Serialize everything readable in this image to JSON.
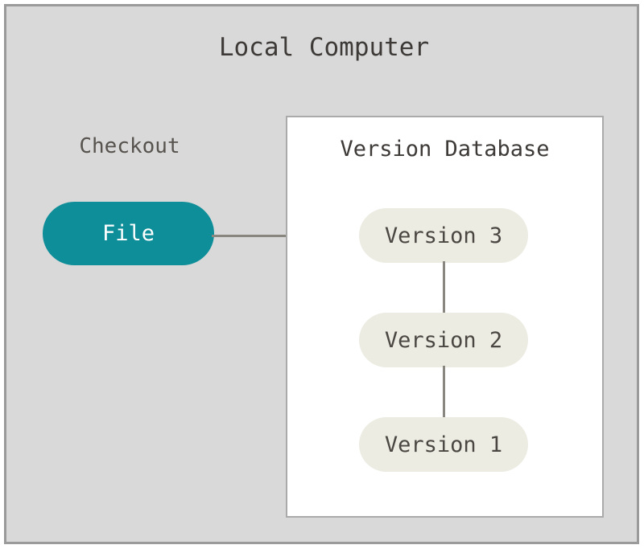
{
  "diagram": {
    "type": "version-control-local-computer",
    "title": "Local Computer",
    "checkout": {
      "label": "Checkout",
      "node": {
        "label": "File",
        "fill_color": "#0d8e99",
        "text_color": "#ffffff"
      }
    },
    "version_database": {
      "title": "Version Database",
      "fill_color": "#ffffff",
      "border_color": "#aaaaaa",
      "nodes": [
        {
          "label": "Version 3",
          "fill_color": "#edece3",
          "text_color": "#4a4742"
        },
        {
          "label": "Version 2",
          "fill_color": "#edece3",
          "text_color": "#4a4742"
        },
        {
          "label": "Version 1",
          "fill_color": "#edece3",
          "text_color": "#4a4742"
        }
      ]
    },
    "connectors": [
      {
        "from": "File",
        "to": "Version 3",
        "orientation": "horizontal",
        "color": "#8a8781"
      },
      {
        "from": "Version 3",
        "to": "Version 2",
        "orientation": "vertical",
        "color": "#8a8781"
      },
      {
        "from": "Version 2",
        "to": "Version 1",
        "orientation": "vertical",
        "color": "#8a8781"
      }
    ],
    "colors": {
      "frame_background": "#d9d9d9",
      "frame_border": "#9a9a9a",
      "title_text": "#3d3a38",
      "label_text": "#57534e",
      "accent": "#0d8e99",
      "node_fill": "#edece3",
      "connector": "#8a8781"
    }
  }
}
